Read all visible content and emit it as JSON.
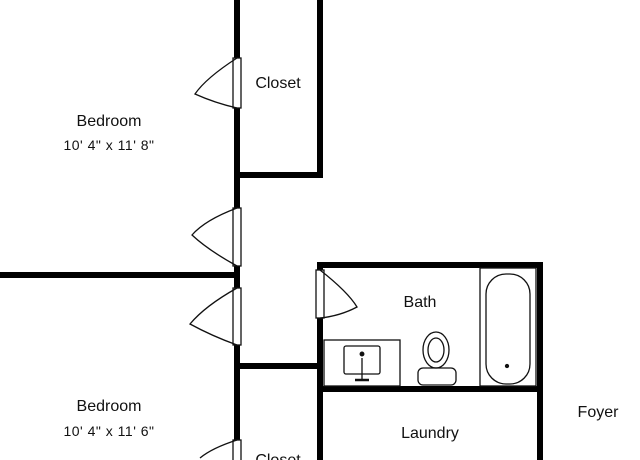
{
  "rooms": {
    "bedroom_1": {
      "name": "Bedroom",
      "dimensions": "10' 4\" x 11' 8\""
    },
    "closet_1": {
      "name": "Closet"
    },
    "bath": {
      "name": "Bath"
    },
    "bedroom_2": {
      "name": "Bedroom",
      "dimensions": "10' 4\" x 11' 6\""
    },
    "laundry": {
      "name": "Laundry"
    },
    "foyer": {
      "name": "Foyer"
    },
    "closet_2": {
      "name": "Closet"
    }
  },
  "colors": {
    "wall": "#000000",
    "fixture": "#111111",
    "background": "#ffffff"
  }
}
